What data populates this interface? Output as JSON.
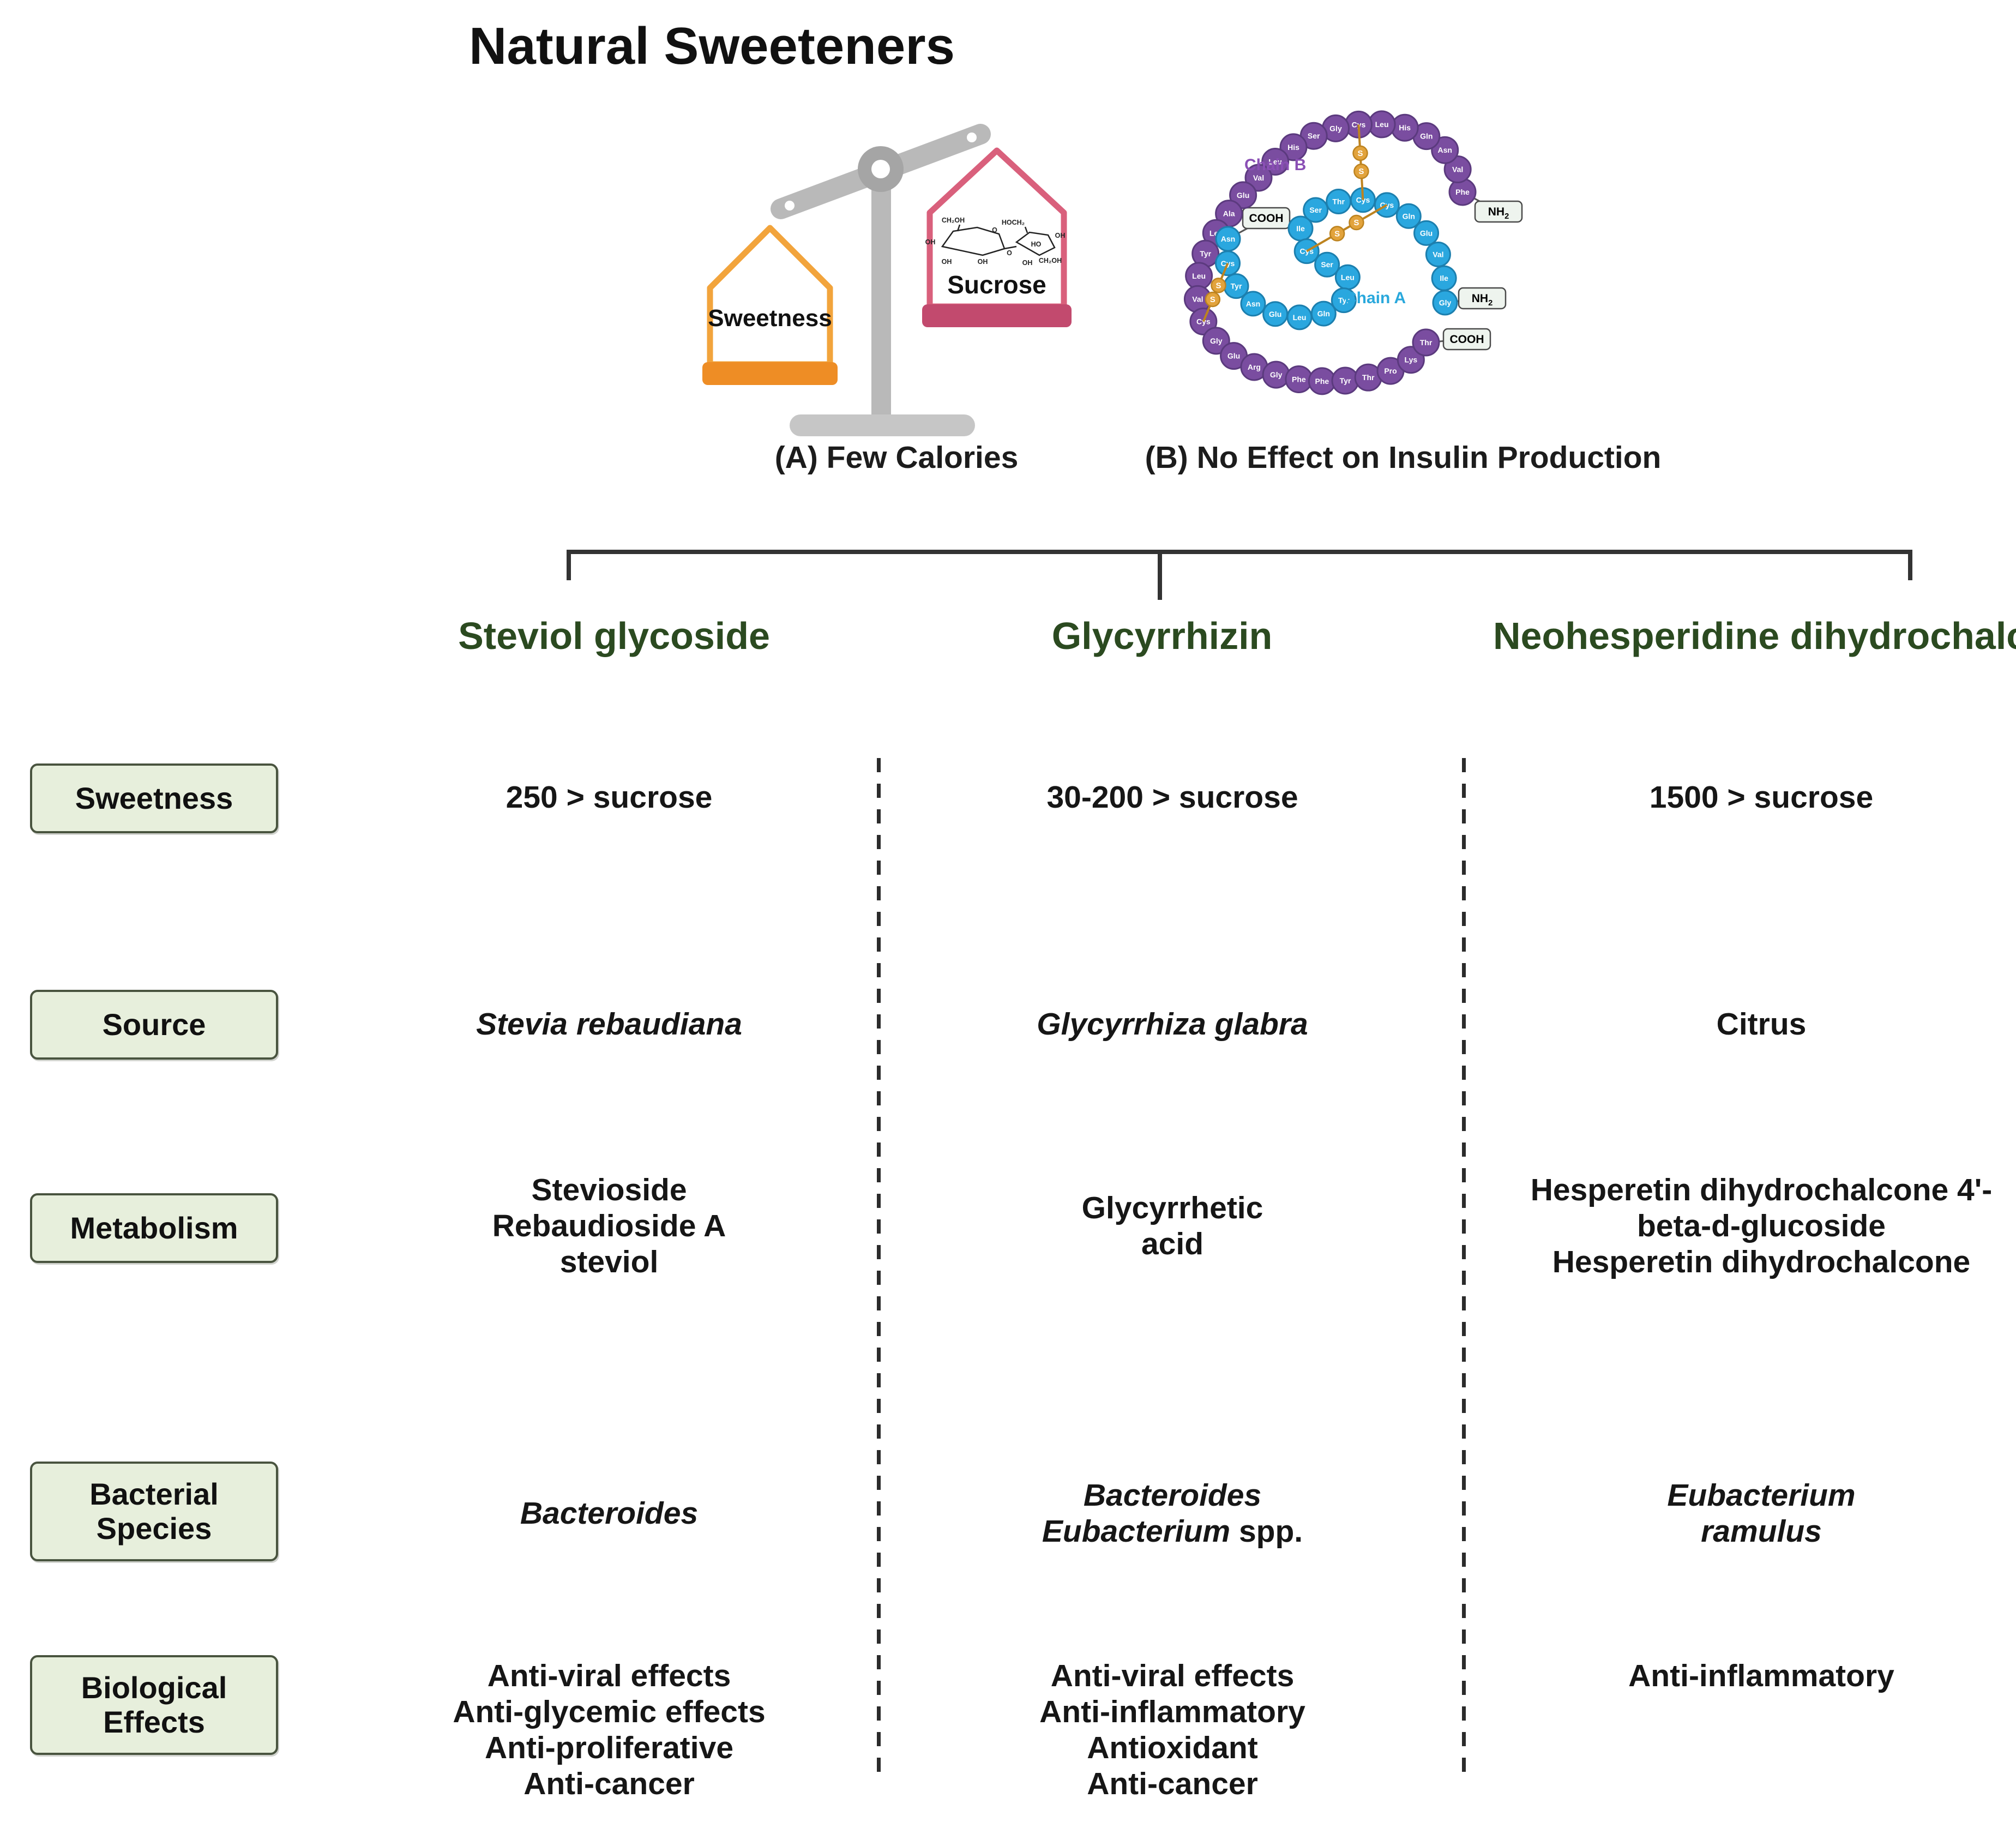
{
  "title": "Natural Sweeteners",
  "captions": {
    "a": "(A) Few Calories",
    "b": "(B) No Effect on Insulin Production"
  },
  "scale_illustration": {
    "left_pan_label": "Sweetness",
    "right_pan_label": "Sucrose",
    "sucrose_structure_labels": [
      "CH₂OH",
      "O",
      "OH",
      "OH",
      "OH",
      "O",
      "HOCH₂",
      "OH",
      "HO",
      "OH",
      "CH₂OH"
    ],
    "colors": {
      "beam_gray": "#b9b9b9",
      "pivot_gray": "#a5a5a5",
      "base_gray": "#c6c6c6",
      "orange_outline": "#f2a43c",
      "orange_base": "#ee8d25",
      "pink_outline": "#d9607c",
      "pink_base": "#c24a6e"
    }
  },
  "insulin_illustration": {
    "chain_a_label": "Chain A",
    "chain_b_label": "Chain B",
    "sulfur_label": "S",
    "chain_a_residues": [
      "Gly",
      "Ile",
      "Val",
      "Glu",
      "Gln",
      "Cys",
      "Cys",
      "Thr",
      "Ser",
      "Ile",
      "Cys",
      "Ser",
      "Leu",
      "Tyr",
      "Gln",
      "Leu",
      "Glu",
      "Asn",
      "Tyr",
      "Cys",
      "Asn"
    ],
    "chain_b_residues": [
      "Phe",
      "Val",
      "Asn",
      "Gln",
      "His",
      "Leu",
      "Cys",
      "Gly",
      "Ser",
      "His",
      "Leu",
      "Val",
      "Glu",
      "Ala",
      "Leu",
      "Tyr",
      "Leu",
      "Val",
      "Cys",
      "Gly",
      "Glu",
      "Arg",
      "Gly",
      "Phe",
      "Phe",
      "Tyr",
      "Thr",
      "Pro",
      "Lys",
      "Thr"
    ],
    "terminal_labels": {
      "chain_b_start": "NH₂",
      "chain_a_start": "NH₂",
      "chain_b_end": "COOH",
      "chain_a_end": "COOH"
    },
    "colors": {
      "chain_a_blue": "#2aa7df",
      "chain_b_purple": "#7a4da0",
      "sulfur_yellow": "#e2a33c",
      "chain_a_text": "#29a8dc",
      "chain_b_text": "#8a4fb5"
    }
  },
  "table": {
    "accent_green": "#2b4a20",
    "label_box_fill": "#e7efdc",
    "label_box_border": "#49543f",
    "columns": [
      {
        "name": "Steviol glycoside"
      },
      {
        "name": "Glycyrrhizin"
      },
      {
        "name": "Neohesperidine dihydrochalcone"
      }
    ],
    "rows": [
      {
        "label_lines": [
          "Sweetness"
        ],
        "cells": [
          [
            [
              {
                "t": "250 > sucrose"
              }
            ]
          ],
          [
            [
              {
                "t": "30-200 > sucrose"
              }
            ]
          ],
          [
            [
              {
                "t": "1500 > sucrose"
              }
            ]
          ]
        ]
      },
      {
        "label_lines": [
          "Source"
        ],
        "cells": [
          [
            [
              {
                "t": "Stevia rebaudiana",
                "i": 1
              }
            ]
          ],
          [
            [
              {
                "t": "Glycyrrhiza glabra",
                "i": 1
              }
            ]
          ],
          [
            [
              {
                "t": "Citrus"
              }
            ]
          ]
        ]
      },
      {
        "label_lines": [
          "Metabolism"
        ],
        "cells": [
          [
            [
              {
                "t": "Stevioside"
              }
            ],
            [
              {
                "t": "Rebaudioside A"
              }
            ],
            [
              {
                "t": "steviol"
              }
            ]
          ],
          [
            [
              {
                "t": "Glycyrrhetic"
              }
            ],
            [
              {
                "t": "acid"
              }
            ]
          ],
          [
            [
              {
                "t": "Hesperetin dihydrochalcone 4'-"
              }
            ],
            [
              {
                "t": "beta-d-glucoside"
              }
            ],
            [
              {
                "t": "Hesperetin dihydrochalcone"
              }
            ]
          ]
        ]
      },
      {
        "label_lines": [
          "Bacterial",
          "Species"
        ],
        "cells": [
          [
            [
              {
                "t": "Bacteroides",
                "i": 1
              }
            ]
          ],
          [
            [
              {
                "t": "Bacteroides",
                "i": 1
              }
            ],
            [
              {
                "t": "Eubacterium",
                "i": 1
              },
              {
                "t": " spp."
              }
            ]
          ],
          [
            [
              {
                "t": "Eubacterium",
                "i": 1
              }
            ],
            [
              {
                "t": "ramulus",
                "i": 1
              }
            ]
          ]
        ]
      },
      {
        "label_lines": [
          "Biological",
          "Effects"
        ],
        "cells": [
          [
            [
              {
                "t": "Anti-viral effects"
              }
            ],
            [
              {
                "t": "Anti-glycemic effects"
              }
            ],
            [
              {
                "t": "Anti-proliferative"
              }
            ],
            [
              {
                "t": "Anti-cancer"
              }
            ]
          ],
          [
            [
              {
                "t": "Anti-viral effects"
              }
            ],
            [
              {
                "t": "Anti-inflammatory"
              }
            ],
            [
              {
                "t": "Antioxidant"
              }
            ],
            [
              {
                "t": "Anti-cancer"
              }
            ]
          ],
          [
            [
              {
                "t": "Anti-inflammatory"
              }
            ]
          ]
        ]
      }
    ]
  }
}
